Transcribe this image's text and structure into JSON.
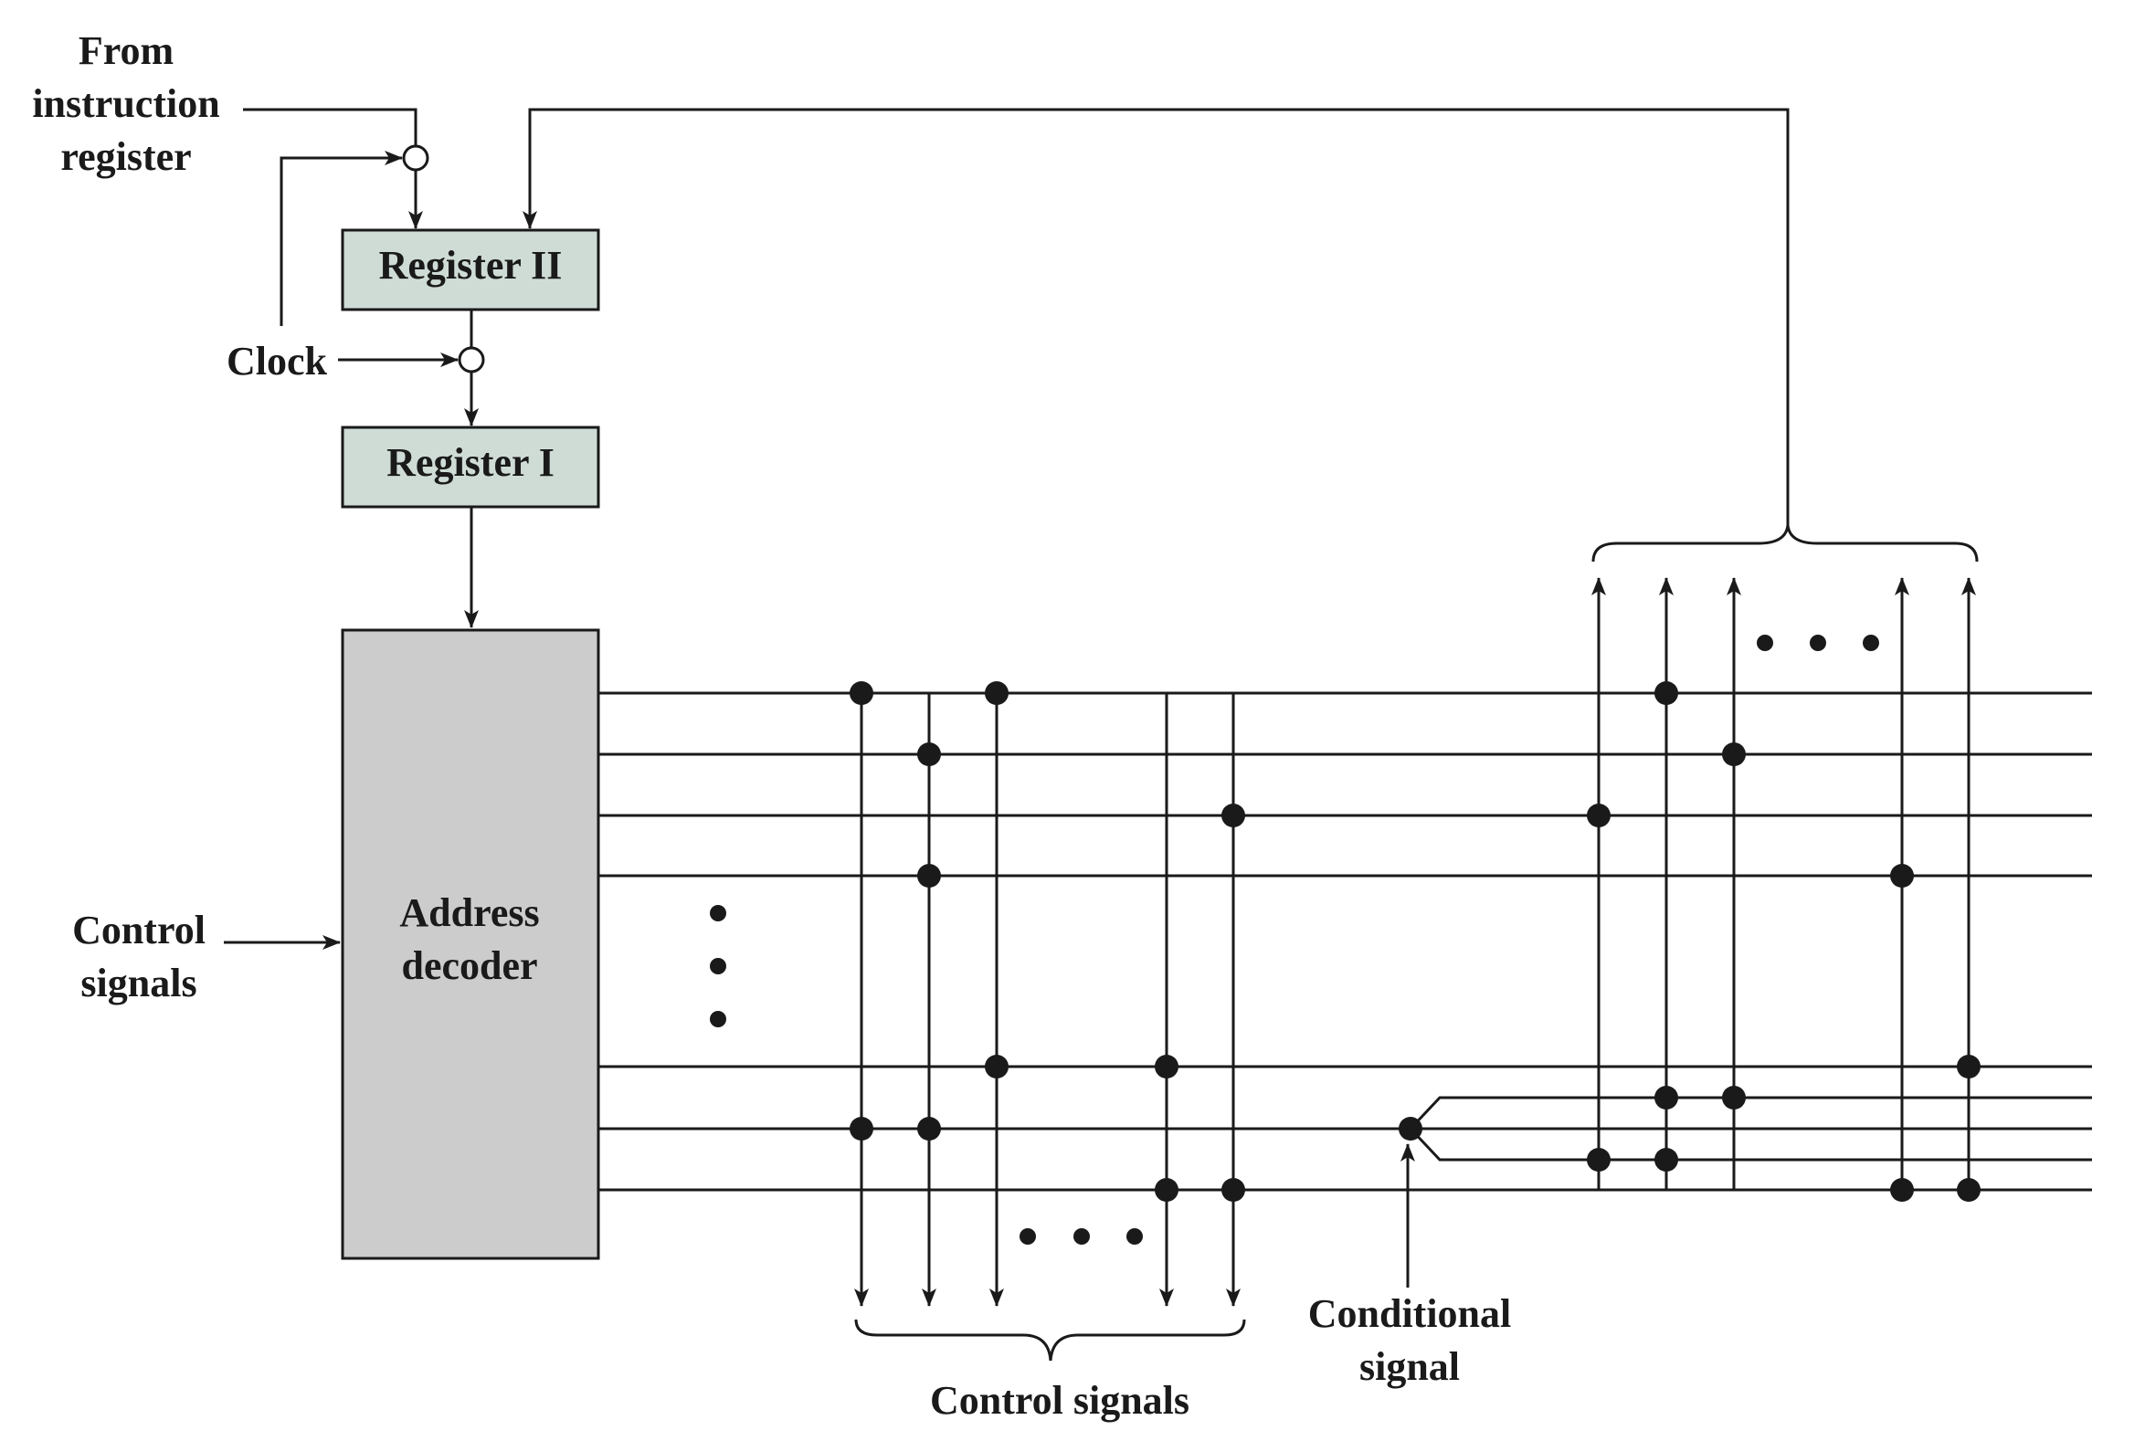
{
  "labels": {
    "from_ir": [
      "From",
      "instruction",
      "register"
    ],
    "clock": "Clock",
    "register2": "Register II",
    "register1": "Register I",
    "decoder": [
      "Address",
      "decoder"
    ],
    "control_in": [
      "Control",
      "signals"
    ],
    "control_out": "Control signals",
    "conditional": [
      "Conditional",
      "signal"
    ]
  },
  "colors": {
    "register_fill": "#cfdcd6",
    "decoder_fill": "#cccccc",
    "ink": "#1a1a1a"
  }
}
